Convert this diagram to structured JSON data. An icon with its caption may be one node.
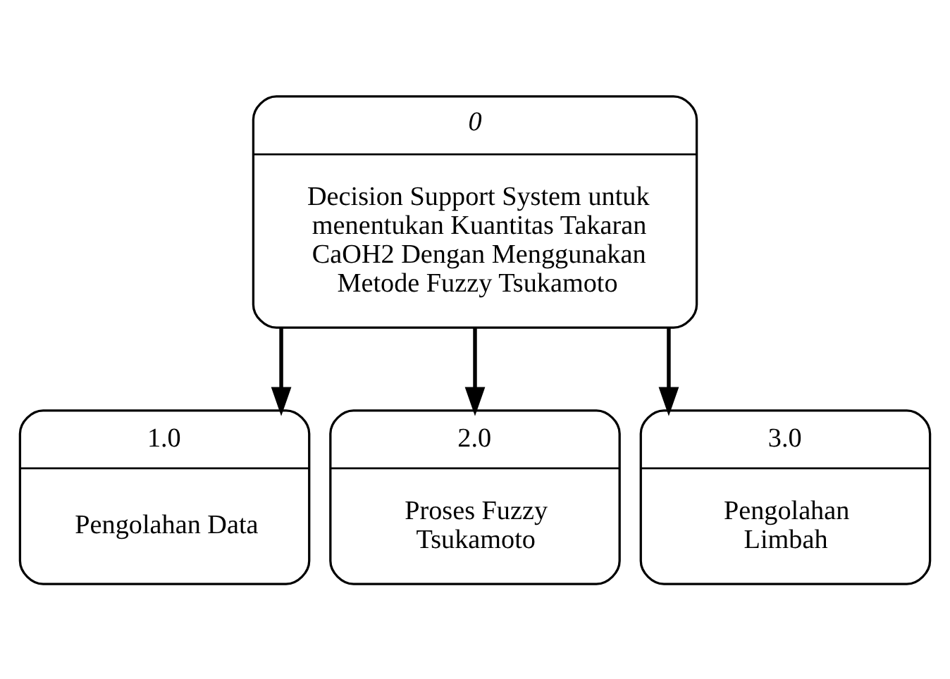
{
  "diagram": {
    "nodes": [
      {
        "text": [
          "0",
          "Decision Support System untuk menentukan Kuantitas Takaran CaOH2 Dengan Menggunakan Metode Fuzzy Tsukamoto"
        ]
      },
      {
        "text": [
          "1.0",
          "Pengolahan Data"
        ]
      },
      {
        "text": [
          "2.0",
          "Proses Fuzzy Tsukamoto"
        ]
      },
      {
        "text": [
          "3.0",
          "Pengolahan Limbah"
        ]
      }
    ],
    "edges": [
      {
        "from": 0,
        "to": 1,
        "arrow": "to"
      },
      {
        "from": 0,
        "to": 2,
        "arrow": "to"
      },
      {
        "from": 0,
        "to": 3,
        "arrow": "to"
      }
    ]
  }
}
